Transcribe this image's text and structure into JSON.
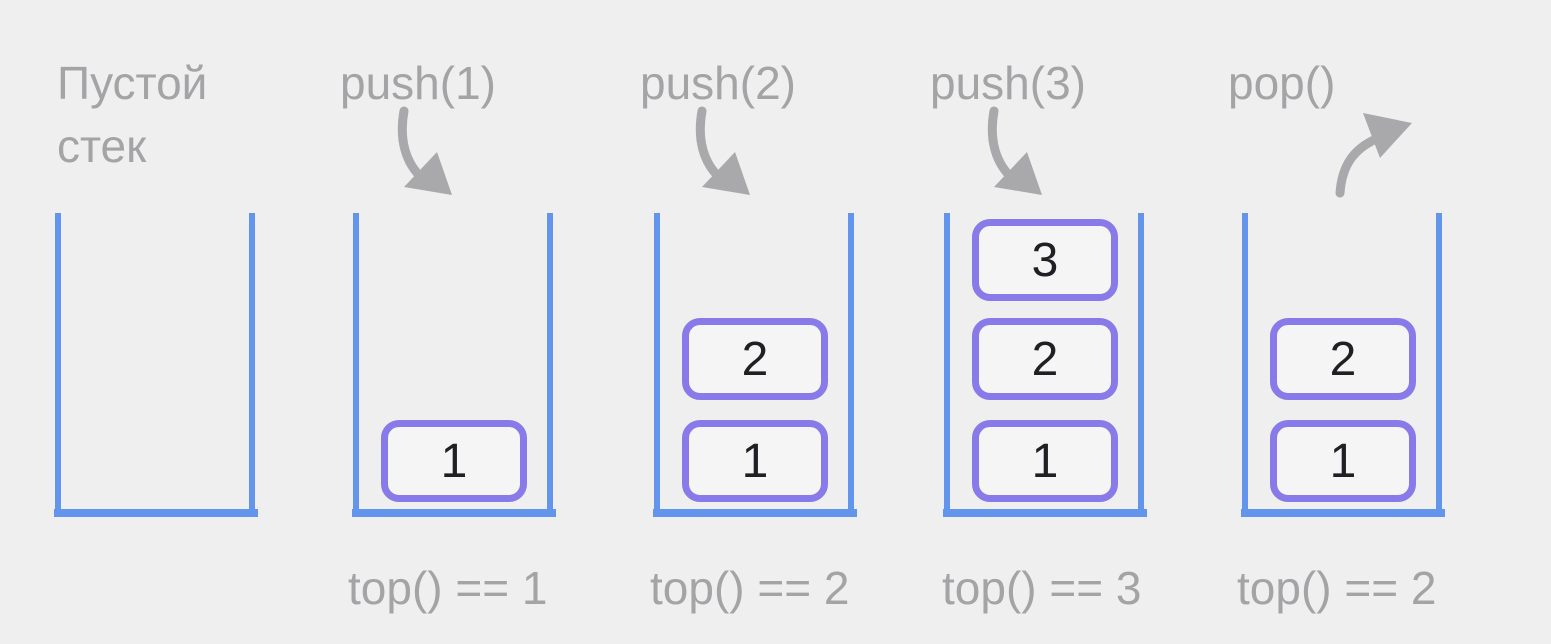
{
  "colors": {
    "background": "#efeff0",
    "stack_wall_blue": "#6495ec",
    "item_border_purple": "#897ae9",
    "item_fill": "#f5f5f6",
    "item_text": "#202024",
    "label_gray": "#a4a4a6",
    "arrow_gray": "#a9a9ab"
  },
  "panels": [
    {
      "label": "Пустой стек",
      "arrow": "",
      "items": [],
      "caption": ""
    },
    {
      "label": "push(1)",
      "arrow": "push-down-arrow",
      "items": [
        {
          "value": "1",
          "slot": "bottom"
        }
      ],
      "caption": "top() == 1"
    },
    {
      "label": "push(2)",
      "arrow": "push-down-arrow",
      "items": [
        {
          "value": "2",
          "slot": "middle"
        },
        {
          "value": "1",
          "slot": "bottom"
        }
      ],
      "caption": "top() == 2"
    },
    {
      "label": "push(3)",
      "arrow": "push-down-arrow",
      "items": [
        {
          "value": "3",
          "slot": "top"
        },
        {
          "value": "2",
          "slot": "middle"
        },
        {
          "value": "1",
          "slot": "bottom"
        }
      ],
      "caption": "top() == 3"
    },
    {
      "label": "pop()",
      "arrow": "pop-up-arrow",
      "items": [
        {
          "value": "2",
          "slot": "middle"
        },
        {
          "value": "1",
          "slot": "bottom"
        }
      ],
      "caption": "top() == 2"
    }
  ]
}
